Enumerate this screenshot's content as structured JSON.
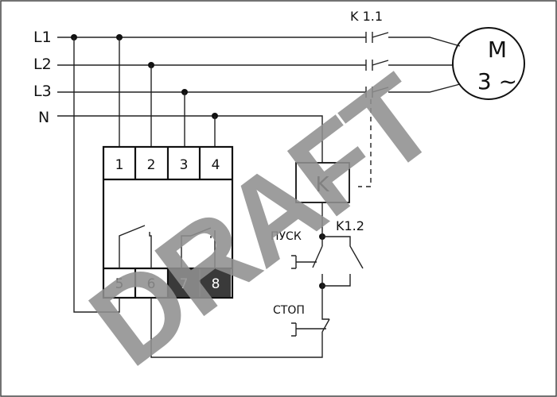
{
  "lines": {
    "l1": "L1",
    "l2": "L2",
    "l3": "L3",
    "n": "N"
  },
  "contactor": {
    "main_contacts": "K 1.1",
    "coil": "K",
    "aux_contact": "K1.2"
  },
  "motor": {
    "letter": "M",
    "phases": "3 ~"
  },
  "buttons": {
    "start": "ПУСК",
    "stop": "СТОП"
  },
  "relay_terminals": {
    "top": [
      "1",
      "2",
      "3",
      "4"
    ],
    "bottom": [
      "5",
      "6",
      "7",
      "8"
    ]
  },
  "watermark": "DRAFT",
  "colors": {
    "line": "#222222",
    "shaded_terminal": "#3a3a3a",
    "watermark": "#8f8f8f"
  }
}
